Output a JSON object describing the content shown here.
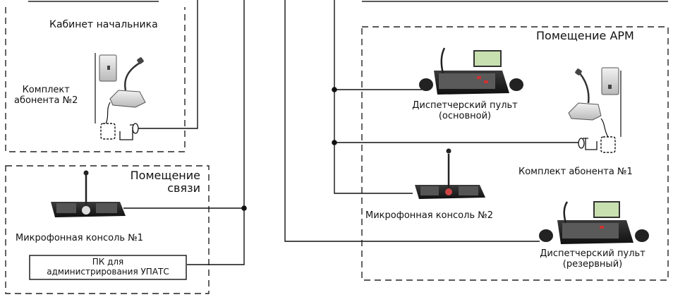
{
  "rooms": {
    "chief_office": "Кабинет начальника",
    "comm_room_line1": "Помещение",
    "comm_room_line2": "связи",
    "arm_room": "Помещение АРМ"
  },
  "devices": {
    "subscriber_kit_2_line1": "Комплект",
    "subscriber_kit_2_line2": "абонента №2",
    "mic_console_1": "Микрофонная консоль №1",
    "pc_line1": "ПК для",
    "pc_line2": "администрирования УПАТС",
    "dispatch_main_line1": "Диспетчерский пульт",
    "dispatch_main_line2": "(основной)",
    "subscriber_kit_1": "Комплект абонента №1",
    "mic_console_2": "Микрофонная консоль №2",
    "dispatch_reserve_line1": "Диспетчерский пульт",
    "dispatch_reserve_line2": "(резервный)"
  }
}
